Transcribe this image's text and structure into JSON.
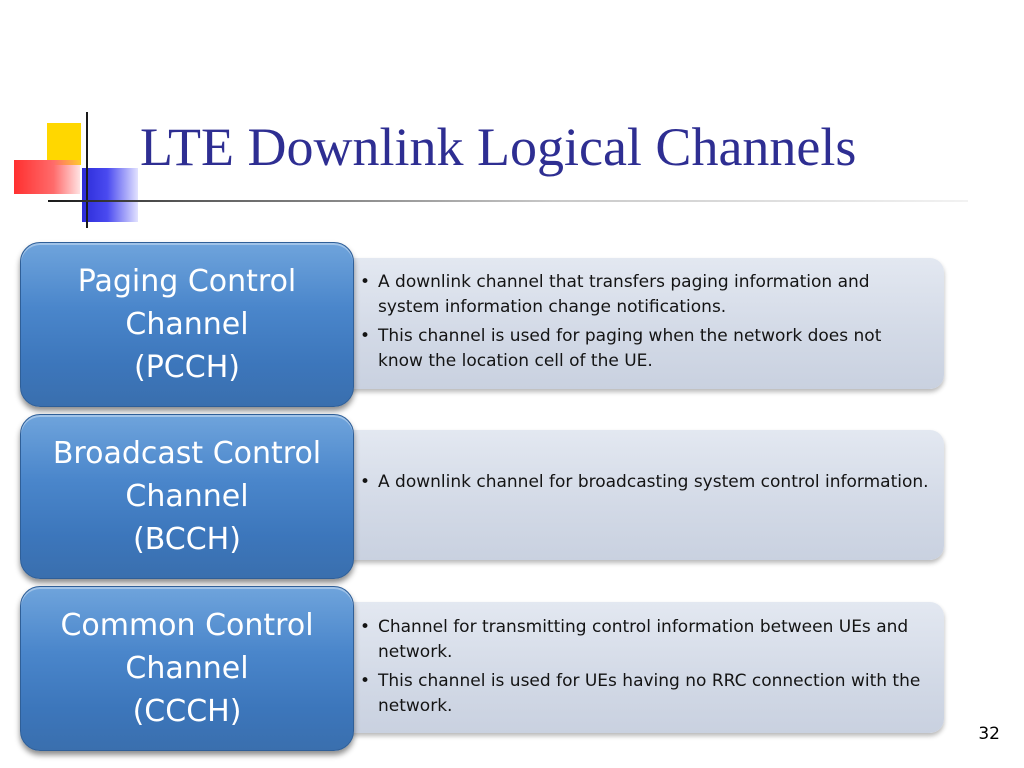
{
  "slide": {
    "title": "LTE Downlink Logical Channels",
    "page_number": "32"
  },
  "colors": {
    "title": "#2e2e92",
    "channel_box": "#4a86cb",
    "description_box": "#d2d9e6",
    "deco_yellow": "#ffd700",
    "deco_red": "#ff3030",
    "deco_blue": "#2b2bd8"
  },
  "channels": [
    {
      "name_lines": [
        "Paging Control",
        "Channel",
        "(PCCH)"
      ],
      "bullets": [
        "A downlink channel that transfers paging information and system information change notifications.",
        "This channel is used for paging when the network does not know the location cell of the UE."
      ]
    },
    {
      "name_lines": [
        "Broadcast Control",
        "Channel",
        "(BCCH)"
      ],
      "bullets": [
        "A downlink channel for broadcasting system control information."
      ]
    },
    {
      "name_lines": [
        "Common Control",
        "Channel",
        "(CCCH)"
      ],
      "bullets": [
        "Channel for transmitting control information between UEs and network.",
        "This channel is used for UEs having no RRC connection with the network."
      ]
    }
  ]
}
